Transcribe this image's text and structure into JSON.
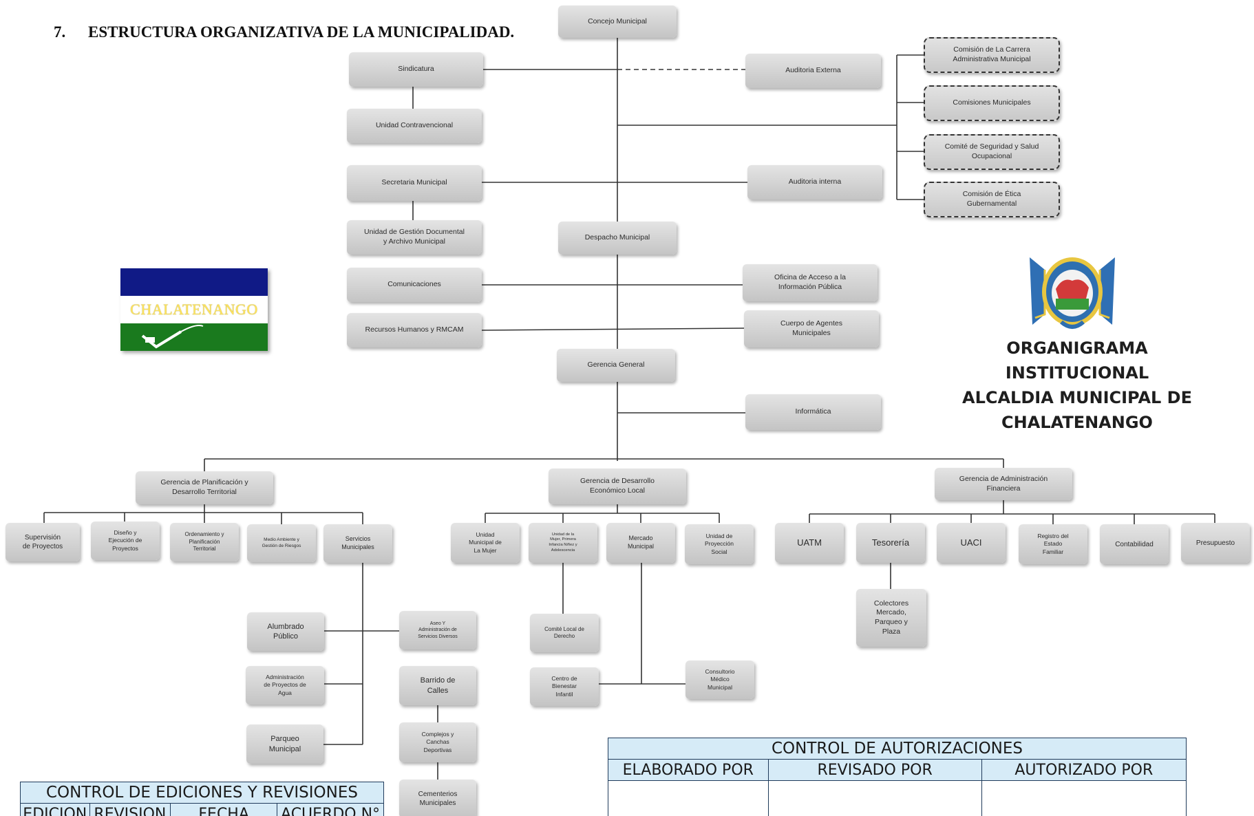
{
  "heading": {
    "number": "7.",
    "text": "ESTRUCTURA ORGANIZATIVA DE LA MUNICIPALIDAD."
  },
  "org_title": {
    "lines": [
      "ORGANIGRAMA INSTITUCIONAL",
      "ALCALDIA MUNICIPAL DE",
      "CHALATENANGO"
    ]
  },
  "flag": {
    "text": "CHALATENANGO",
    "colors": {
      "top": "#101a86",
      "middle": "#ffffff",
      "bottom": "#1a7a1e"
    }
  },
  "nodes": {
    "concejo": "Concejo Municipal",
    "sindicatura": "Sindicatura",
    "unidad_contravencional": "Unidad Contravencional",
    "auditoria_externa": "Auditoria Externa",
    "secretaria": "Secretaria Municipal",
    "auditoria_interna": "Auditoria interna",
    "gestion_documental": "Unidad de Gestión Documental\ny Archivo Municipal",
    "despacho": "Despacho Municipal",
    "comunicaciones": "Comunicaciones",
    "oficina_acceso": "Oficina de Acceso a la\nInformación Pública",
    "recursos_humanos": "Recursos Humanos  y RMCAM",
    "agentes": "Cuerpo de Agentes\nMunicipales",
    "gerencia_general": "Gerencia General",
    "informatica": "Informática",
    "com_carrera": "Comisión de La Carrera\nAdministrativa Municipal",
    "com_municipales": "Comisiones Municipales",
    "com_seguridad": "Comité de Seguridad y Salud\nOcupacional",
    "com_etica": "Comisión de Ética\nGubernamental",
    "gerencia_planificacion": "Gerencia de Planificación y\nDesarrollo Territorial",
    "gerencia_desarrollo": "Gerencia de Desarrollo\nEconómico Local",
    "gerencia_admin": "Gerencia de Administración\nFinanciera",
    "supervision": "Supervisión\nde Proyectos",
    "diseno": "Diseño y\nEjecución de\nProyectos",
    "ordenamiento": "Ordenamiento y\nPlanificación\nTerritorial",
    "medio_ambiente": "Medio Ambiente y\nGestión de Riesgos",
    "servicios": "Servicios\nMunicipales",
    "unidad_mujer": "Unidad\nMunicipal de\nLa Mujer",
    "unidad_ninez": "Unidad de la\nMujer, Primera\nInfancia Niñez y\nAdolescencia",
    "mercado": "Mercado\nMunicipal",
    "proyeccion": "Unidad de\nProyección\nSocial",
    "uatm": "UATM",
    "tesoreria": "Tesorería",
    "uaci": "UACI",
    "registro": "Registro del\nEstado\nFamiliar",
    "contabilidad": "Contabilidad",
    "presupuesto": "Presupuesto",
    "colectores": "Colectores\nMercado,\nParqueo y\nPlaza",
    "alumbrado": "Alumbrado\nPúblico",
    "aseo": "Aseo Y\nAdministración de\nServicios Diversos",
    "admin_agua": "Administración\nde Proyectos de\nAgua",
    "barrido": "Barrido de\nCalles",
    "parqueo": "Parqueo\nMunicipal",
    "complejos": "Complejos y\nCanchas\nDeportivas",
    "cementerios": "Cementerios\nMunicipales",
    "comite_local": "Comité Local de\nDerecho",
    "centro_bienestar": "Centro de\nBienestar\nInfantil",
    "consultorio": "Consultorio\nMédico\nMunicipal"
  },
  "control_ediciones": {
    "title": "CONTROL DE EDICIONES Y REVISIONES",
    "columns": [
      "EDICION",
      "REVISION",
      "FECHA",
      "ACUERDO N°"
    ]
  },
  "control_autorizaciones": {
    "title": "CONTROL DE AUTORIZACIONES",
    "columns": [
      "ELABORADO POR",
      "REVISADO POR",
      "AUTORIZADO POR"
    ]
  }
}
